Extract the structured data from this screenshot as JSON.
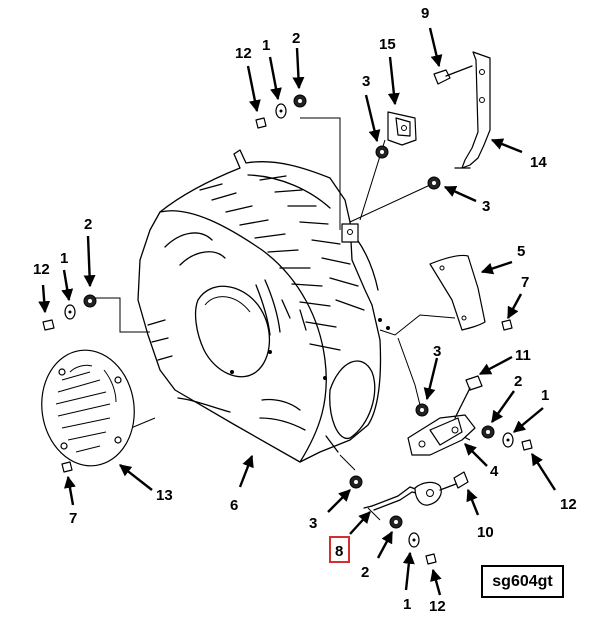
{
  "figure_id": "sg604gt",
  "highlight_color": "#d32f2f",
  "callouts": {
    "c9": "9",
    "c12a": "12",
    "c1a": "1",
    "c2a": "2",
    "c15": "15",
    "c3a": "3",
    "c14": "14",
    "c3b": "3",
    "c2b": "2",
    "c12b": "12",
    "c1b": "1",
    "c5": "5",
    "c7a": "7",
    "c3c": "3",
    "c11": "11",
    "c2c": "2",
    "c1c": "1",
    "c12c": "12",
    "c4": "4",
    "c13": "13",
    "c7b": "7",
    "c6": "6",
    "c3d": "3",
    "c8": "8",
    "c10": "10",
    "c2d": "2",
    "c1d": "1",
    "c12d": "12"
  }
}
